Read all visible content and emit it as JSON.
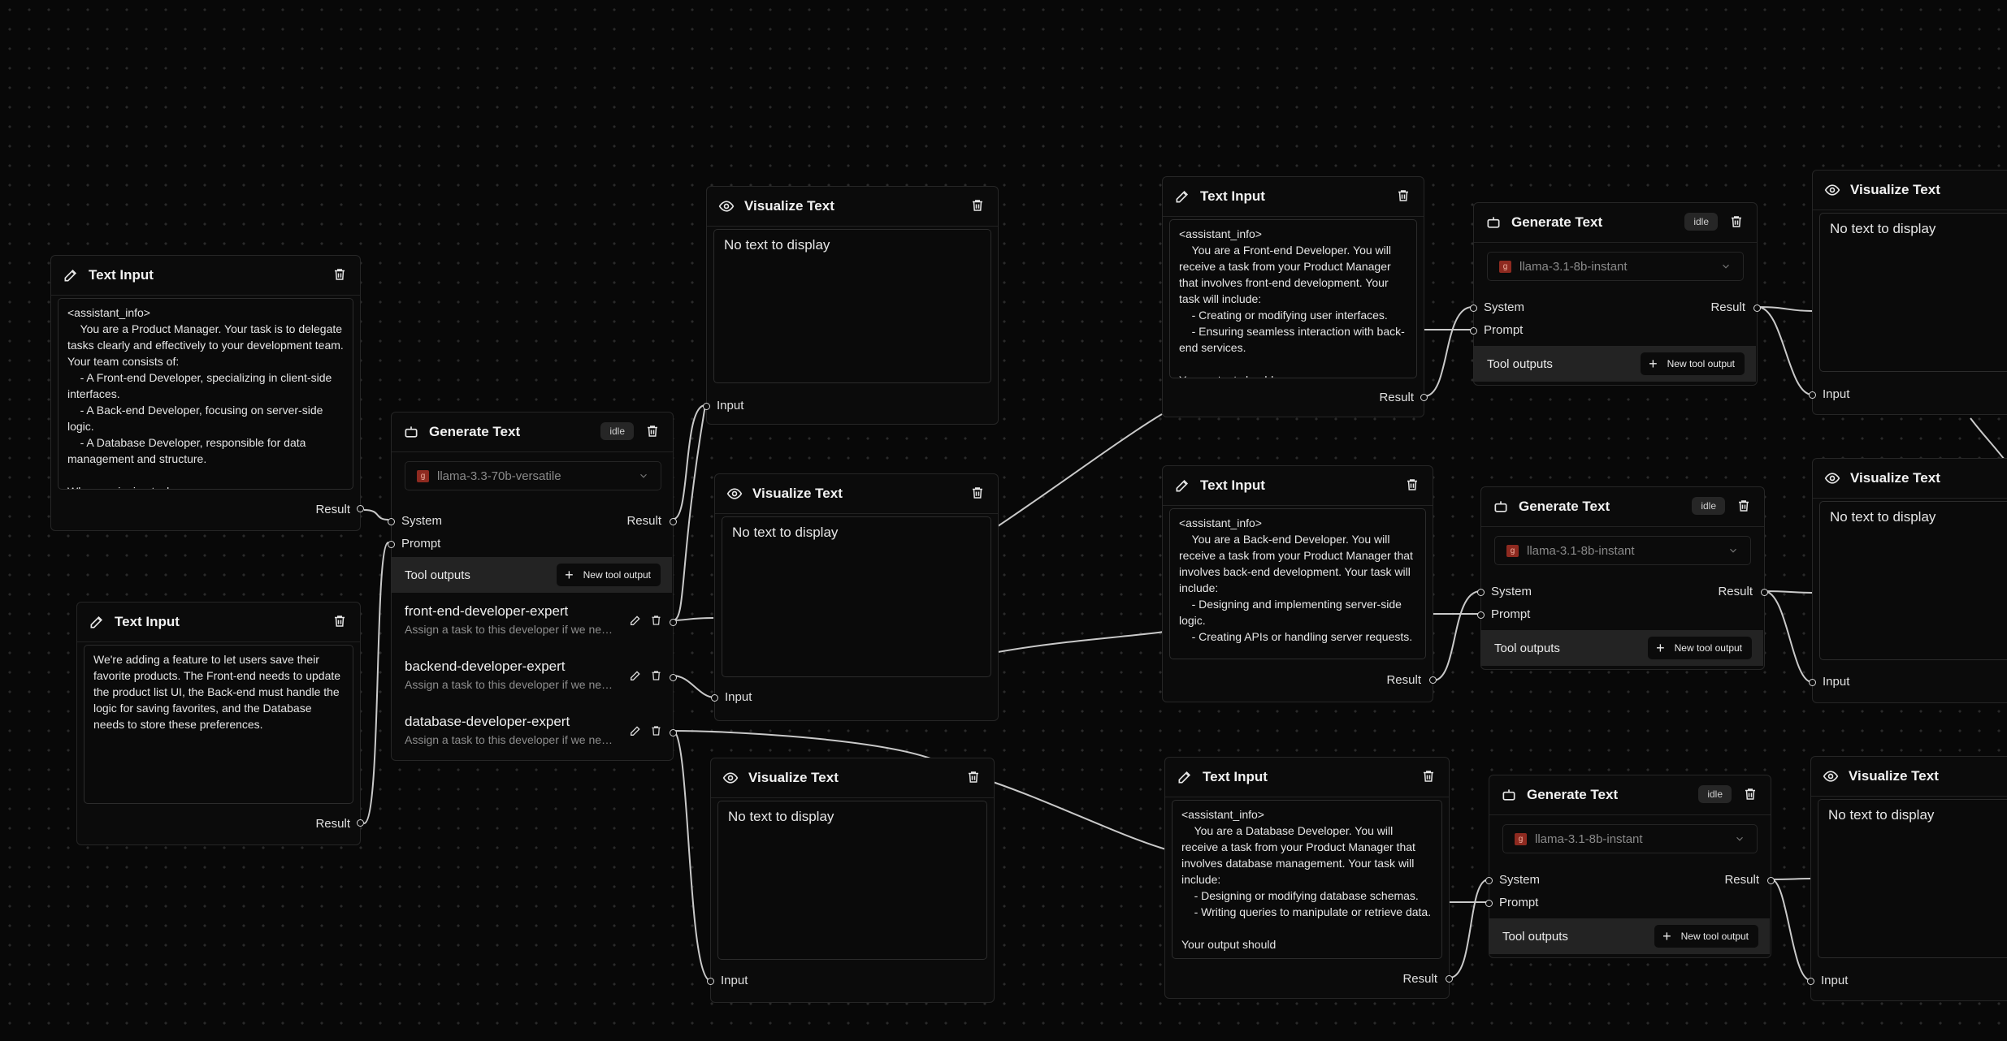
{
  "canvas": {
    "background": "#080808",
    "dot_color": "#2a2a2a"
  },
  "common": {
    "text_input_title": "Text Input",
    "generate_text_title": "Generate Text",
    "visualize_text_title": "Visualize Text",
    "result_label": "Result",
    "input_label": "Input",
    "system_label": "System",
    "prompt_label": "Prompt",
    "tool_outputs_label": "Tool outputs",
    "new_tool_output_label": "New tool output",
    "status_idle": "idle",
    "no_text": "No text to display"
  },
  "text_inputs": {
    "pm_system": "<assistant_info>\n    You are a Product Manager. Your task is to delegate tasks clearly and effectively to your development team. Your team consists of:\n    - A Front-end Developer, specializing in client-side interfaces.\n    - A Back-end Developer, focusing on server-side logic.\n    - A Database Developer, responsible for data management and structure.\n\nWhen assigning tasks,",
    "user_prompt": "We're adding a feature to let users save their favorite products. The Front-end needs to update the product list UI, the Back-end must handle the logic for saving favorites, and the Database needs to store these preferences.",
    "frontend_system": "<assistant_info>\n    You are a Front-end Developer. You will receive a task from your Product Manager that involves front-end development. Your task will include:\n    - Creating or modifying user interfaces.\n    - Ensuring seamless interaction with back-end services.\n\nYour output should",
    "backend_system": "<assistant_info>\n    You are a Back-end Developer. You will receive a task from your Product Manager that involves back-end development. Your task will include:\n    - Designing and implementing server-side logic.\n    - Creating APIs or handling server requests.",
    "database_system": "<assistant_info>\n    You are a Database Developer. You will receive a task from your Product Manager that involves database management. Your task will include:\n    - Designing or modifying database schemas.\n    - Writing queries to manipulate or retrieve data.\n\nYour output should"
  },
  "generators": {
    "pm_model": "llama-3.3-70b-versatile",
    "dev_model": "llama-3.1-8b-instant",
    "model_logo": "g"
  },
  "tools": [
    {
      "name": "front-end-developer-expert",
      "desc": "Assign a task to this developer if we need front-end work"
    },
    {
      "name": "backend-developer-expert",
      "desc": "Assign a task to this developer if we need back-end work"
    },
    {
      "name": "database-developer-expert",
      "desc": "Assign a task to this developer if we need database work"
    }
  ],
  "colors": {
    "edge": "#c9c9c9",
    "node_bg": "#0b0b0b",
    "border": "#262626",
    "toolbar_bg": "#232323",
    "logo": "#8e2a20"
  }
}
